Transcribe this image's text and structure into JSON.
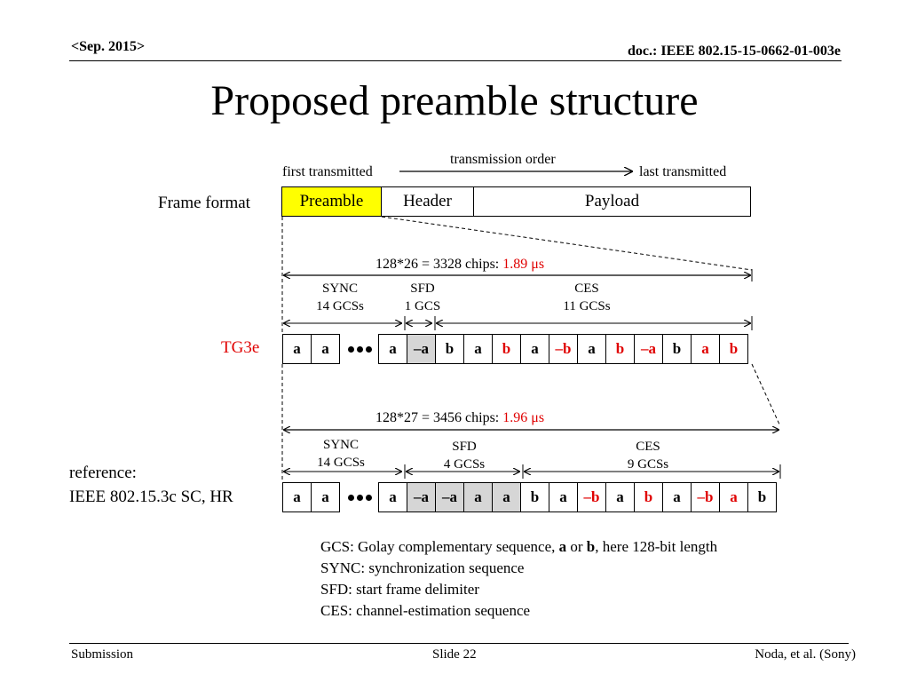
{
  "header": {
    "date": "<Sep. 2015>",
    "doc": "doc.: IEEE 802.15-15-0662-01-003e"
  },
  "title": "Proposed preamble structure",
  "order": {
    "label": "transmission order",
    "first": "first transmitted",
    "last": "last transmitted"
  },
  "frame": {
    "label": "Frame format",
    "preamble": "Preamble",
    "header": "Header",
    "payload": "Payload",
    "preamble_color": "#ffff00"
  },
  "tg3e": {
    "name": "TG3e",
    "total_prefix": "128*26 = 3328 chips: ",
    "total_time": "1.89 μs",
    "sync": {
      "name": "SYNC",
      "count": "14 GCSs"
    },
    "sfd": {
      "name": "SFD",
      "count": "1 GCS"
    },
    "ces": {
      "name": "CES",
      "count": "11 GCSs"
    },
    "cells": [
      {
        "t": "a"
      },
      {
        "t": "a"
      },
      {
        "t": "•••"
      },
      {
        "t": "a"
      },
      {
        "t": "–a",
        "gray": true
      },
      {
        "t": "b"
      },
      {
        "t": "a"
      },
      {
        "t": "b",
        "red": true
      },
      {
        "t": "a"
      },
      {
        "t": "–b",
        "red": true
      },
      {
        "t": "a"
      },
      {
        "t": "b",
        "red": true
      },
      {
        "t": "–a",
        "red": true
      },
      {
        "t": "b"
      },
      {
        "t": "a",
        "red": true
      },
      {
        "t": "b",
        "red": true
      }
    ]
  },
  "ref": {
    "name_line1": "reference:",
    "name_line2": "IEEE 802.15.3c SC, HR",
    "total_prefix": "128*27 = 3456 chips: ",
    "total_time": "1.96 μs",
    "sync": {
      "name": "SYNC",
      "count": "14 GCSs"
    },
    "sfd": {
      "name": "SFD",
      "count": "4 GCSs"
    },
    "ces": {
      "name": "CES",
      "count": "9 GCSs"
    },
    "cells": [
      {
        "t": "a"
      },
      {
        "t": "a"
      },
      {
        "t": "•••"
      },
      {
        "t": "a"
      },
      {
        "t": "–a",
        "gray": true
      },
      {
        "t": "–a",
        "gray": true
      },
      {
        "t": "a",
        "gray": true
      },
      {
        "t": "a",
        "gray": true
      },
      {
        "t": "b"
      },
      {
        "t": "a"
      },
      {
        "t": "–b",
        "red": true
      },
      {
        "t": "a"
      },
      {
        "t": "b",
        "red": true
      },
      {
        "t": "a"
      },
      {
        "t": "–b",
        "red": true
      },
      {
        "t": "a",
        "red": true
      },
      {
        "t": "b"
      }
    ]
  },
  "legend": {
    "gcs_pre": "GCS: Golay complementary sequence, ",
    "gcs_a": "a",
    "gcs_or": " or ",
    "gcs_b": "b",
    "gcs_post": ", here 128-bit length",
    "sync": "SYNC: synchronization sequence",
    "sfd": "SFD: start frame delimiter",
    "ces": "CES: channel-estimation sequence"
  },
  "footer": {
    "left": "Submission",
    "center": "Slide 22",
    "right": "Noda, et al. (Sony)"
  },
  "colors": {
    "accent_red": "#e00000",
    "sfd_gray": "#d6d6d6"
  }
}
